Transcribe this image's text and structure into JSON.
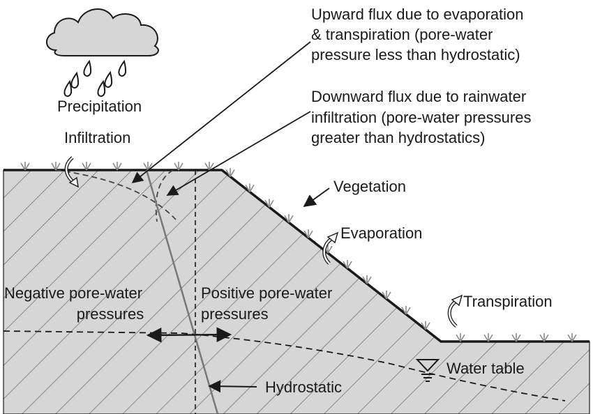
{
  "labels": {
    "precipitation": "Precipitation",
    "infiltration": "Infiltration",
    "upward_flux": [
      "Upward flux due to evaporation",
      "& transpiration (pore-water",
      "pressure less than hydrostatic)"
    ],
    "downward_flux": [
      "Downward flux due to rainwater",
      "infiltration (pore-water pressures",
      "greater than hydrostatics)"
    ],
    "vegetation": "Vegetation",
    "evaporation": "Evaporation",
    "transpiration": "Transpiration",
    "negative_pressures": [
      "Negative pore-water",
      "pressures"
    ],
    "positive_pressures": [
      "Positive pore-water",
      "pressures"
    ],
    "water_table": "Water table",
    "hydrostatic": "Hydrostatic"
  },
  "colors": {
    "soil_fill": "#d6d6d6",
    "ink": "#1a1a1a",
    "vegetation": "#8a8a8a",
    "hydrostatic_line": "#777777"
  }
}
